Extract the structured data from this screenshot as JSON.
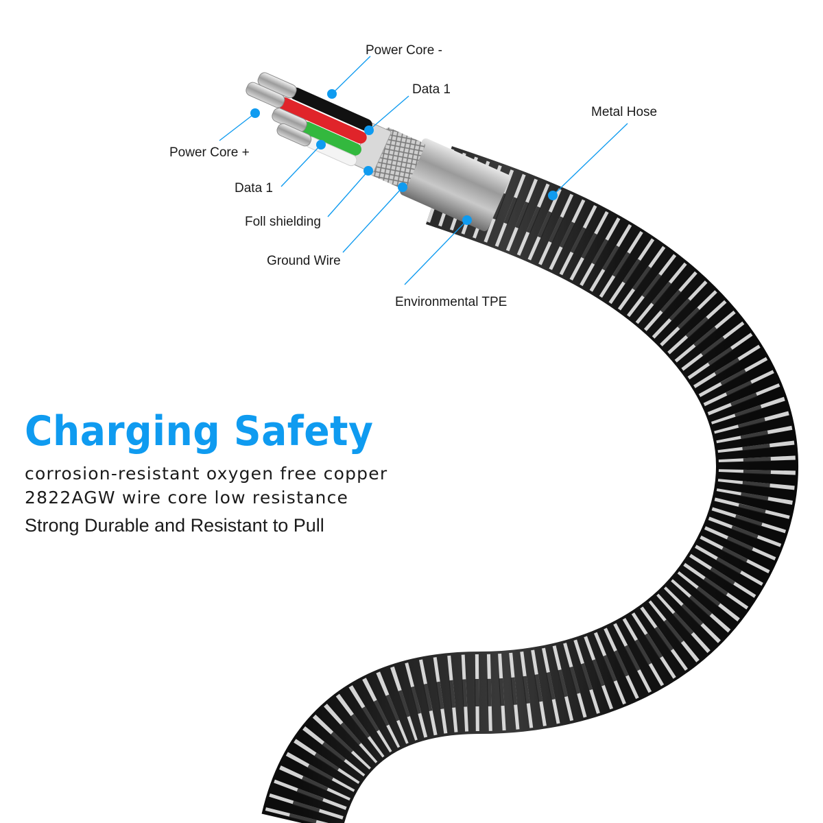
{
  "colors": {
    "accent": "#0f9bf0",
    "text": "#1a1a1a",
    "wire_red": "#e0242a",
    "wire_green": "#33b83e",
    "wire_black": "#111111",
    "wire_white": "#f2f2f2",
    "metal_dark": "#1b1b1b",
    "metal_light": "#eaeaea"
  },
  "diagram": {
    "labels": {
      "power_core_minus": "Power Core -",
      "data_1_top": "Data 1",
      "metal_hose": "Metal Hose",
      "power_core_plus": "Power Core +",
      "data_1_bottom": "Data 1",
      "foil_shielding": "Foll shielding",
      "ground_wire": "Ground Wire",
      "environmental_tpe": "Environmental TPE"
    }
  },
  "headline": "Charging Safety",
  "description": [
    "corrosion-resistant oxygen free copper",
    "2822AGW wire core low resistance",
    "Strong Durable and Resistant to Pull"
  ]
}
